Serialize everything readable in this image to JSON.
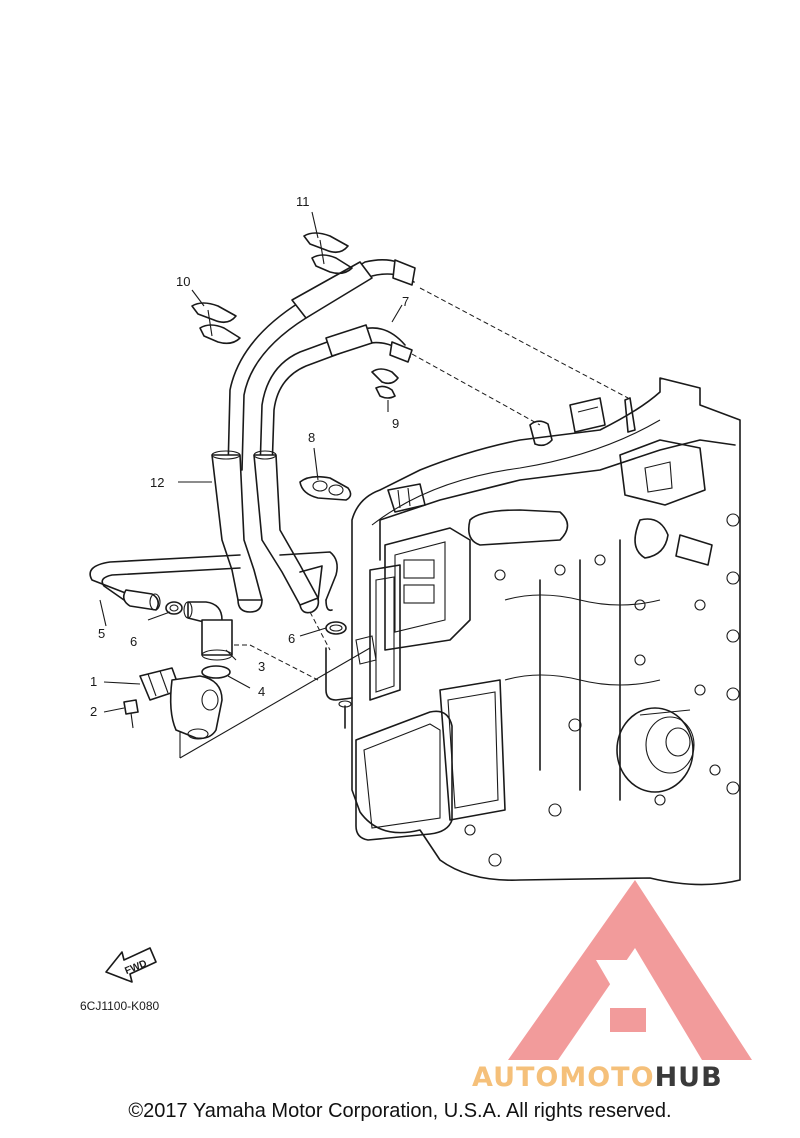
{
  "diagram": {
    "callouts": [
      "1",
      "2",
      "3",
      "4",
      "5",
      "6",
      "6",
      "7",
      "8",
      "9",
      "10",
      "11",
      "12"
    ],
    "part_code": "6CJ1100-K080",
    "fwd_label": "FWD"
  },
  "watermark": {
    "brand_part1": "AUTOMOTO",
    "brand_part2": "HUB",
    "color_part1": "#f5c07a",
    "color_part2": "#3a3a3a",
    "logo_color": "#f08a8a"
  },
  "footer": {
    "copyright": "©2017 Yamaha Motor Corporation, U.S.A. All rights reserved."
  }
}
